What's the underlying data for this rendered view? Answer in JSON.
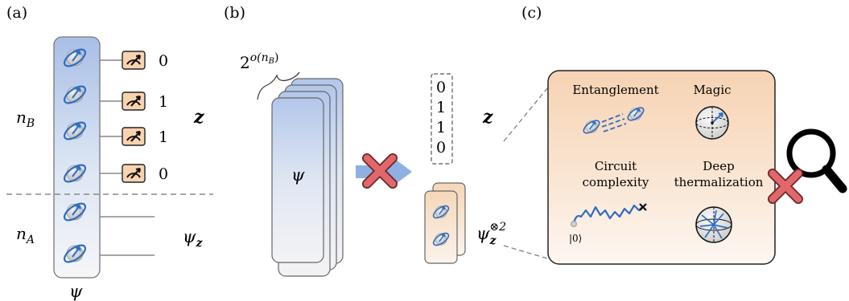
{
  "panels": {
    "a": {
      "label": "(a)",
      "outcomes": [
        "0",
        "1",
        "1",
        "0"
      ],
      "n_b": "n",
      "n_b_sub": "B",
      "n_a": "n",
      "n_a_sub": "A",
      "z": "z",
      "psi": "ψ",
      "psi_z": "ψ",
      "psi_z_sub": "z"
    },
    "b": {
      "label": "(b)",
      "copies_base": "2",
      "copies_exp": "o(n",
      "copies_exp_sub": "B",
      "copies_exp_close": ")",
      "psi": "ψ",
      "bits": [
        "0",
        "1",
        "1",
        "0"
      ],
      "z": "z",
      "psi_z": "ψ",
      "psi_z_sub": "z",
      "psi_z_sup": "⊗2"
    },
    "c": {
      "label": "(c)",
      "entanglement": "Entanglement",
      "magic": "Magic",
      "circuit_line1": "Circuit",
      "circuit_line2": "complexity",
      "deep_line1": "Deep",
      "deep_line2": "thermalization",
      "ket": "|0⟩"
    }
  },
  "colors": {
    "blue_gradient_top": "#a9bfe6",
    "peach_gradient_top": "#f6d9bd",
    "meter_fill": "#f8d3b0",
    "qubit_ring": "#2f6cc0",
    "cross_red": "#e0676b",
    "arrow_blue": "#8fb0e3",
    "gray_line": "#888888"
  },
  "icons": [
    "meter-icon",
    "qubit-icon",
    "bloch-sphere-icon",
    "magnifier-icon",
    "cross-icon"
  ]
}
